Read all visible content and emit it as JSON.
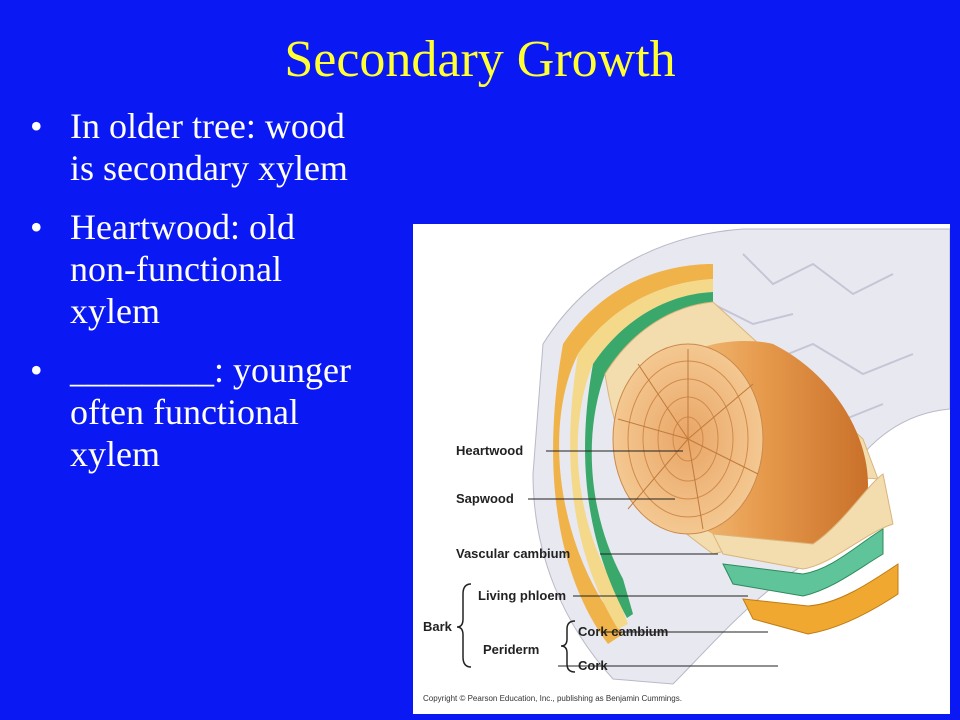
{
  "slide": {
    "title": "Secondary Growth",
    "bullets": [
      {
        "line1": "In older tree: wood",
        "line2": "is secondary xylem",
        "line3": ""
      },
      {
        "line1": "Heartwood: old",
        "line2": "non-functional",
        "line3": "xylem"
      },
      {
        "line1": "________: younger",
        "line2": "often functional",
        "line3": "xylem"
      }
    ],
    "bullet_symbol": "•"
  },
  "figure": {
    "labels": {
      "heartwood": "Heartwood",
      "sapwood": "Sapwood",
      "vascular_cambium": "Vascular cambium",
      "living_phloem": "Living phloem",
      "bark": "Bark",
      "periderm": "Periderm",
      "cork_cambium": "Cork cambium",
      "cork": "Cork"
    },
    "copyright": "Copyright © Pearson Education, Inc., publishing as Benjamin Cummings."
  },
  "colors": {
    "background": "#0a18f4",
    "title": "#ffff33",
    "text": "#ffffff"
  }
}
